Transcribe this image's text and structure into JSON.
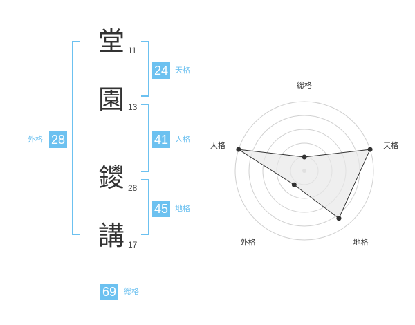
{
  "name": {
    "characters": [
      {
        "char": "堂",
        "strokes": "11"
      },
      {
        "char": "園",
        "strokes": "13"
      },
      {
        "char": "鑁",
        "strokes": "28"
      },
      {
        "char": "講",
        "strokes": "17"
      }
    ]
  },
  "fortune": {
    "tenkaku": {
      "value": "24",
      "label": "天格"
    },
    "jinkaku": {
      "value": "41",
      "label": "人格"
    },
    "chikaku": {
      "value": "45",
      "label": "地格"
    },
    "gaikaku": {
      "value": "28",
      "label": "外格"
    },
    "soukaku": {
      "value": "69",
      "label": "総格"
    }
  },
  "colors": {
    "accent": "#6cc1f0",
    "radar_fill": "#e8e8e8",
    "radar_line": "#333333",
    "grid": "#d0d0d0"
  },
  "chart_data": {
    "type": "radar",
    "axes": [
      "総格",
      "天格",
      "地格",
      "外格",
      "人格"
    ],
    "values": [
      0.2,
      1.0,
      0.85,
      0.25,
      1.0
    ],
    "rmax": 1.0,
    "rings": 5,
    "grid": true
  }
}
